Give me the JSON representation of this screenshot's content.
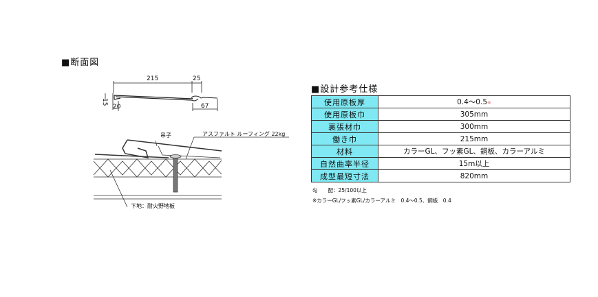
{
  "section_title": "■断面図",
  "dimensions": {
    "d215": "215",
    "d25": "25",
    "d15": "15",
    "d20": "20",
    "d67": "67"
  },
  "labels": {
    "hanger": "吊子",
    "roofing": "アスファルト ルーフィング 22kg",
    "base": "下地：耐火野地板"
  },
  "spec": {
    "title": "■設計参考仕様",
    "rows": [
      {
        "key": "使用原板厚",
        "value": "0.4～0.5",
        "mark": "※"
      },
      {
        "key": "使用原板巾",
        "value": "305mm"
      },
      {
        "key": "裏張材巾",
        "value": "300mm"
      },
      {
        "key": "働き巾",
        "value": "215mm"
      },
      {
        "key": "材料",
        "value": "カラーGL、フッ素GL、銅板、カラーアルミ"
      },
      {
        "key": "自然曲率半径",
        "value": "15m以上"
      },
      {
        "key": "成型最短寸法",
        "value": "820mm"
      }
    ],
    "notes": [
      "勾　　配：25/100以上",
      "※カラーGL/フッ素GL/カラーアルミ　0.4～0.5、銅板　0.4"
    ]
  },
  "colors": {
    "key_bg": "#7fe8f2",
    "mark": "#e07070"
  }
}
